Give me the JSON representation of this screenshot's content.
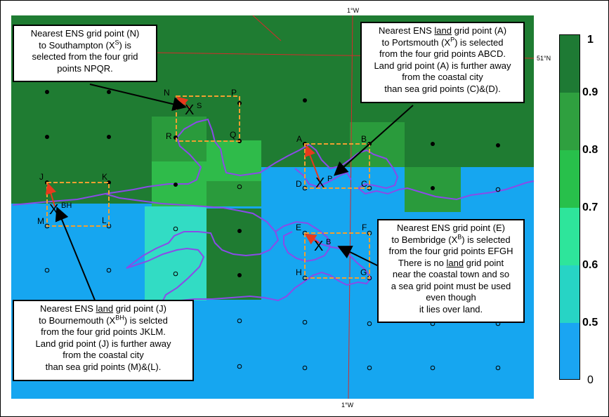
{
  "lon_label_top": "1°W",
  "lon_label_bottom": "1°W",
  "lat_label": "51°N",
  "colorbar": {
    "ticks": [
      "1",
      "0.9",
      "0.8",
      "0.7",
      "0.6",
      "0.5",
      "0"
    ],
    "colors": [
      "#1e7a34",
      "#2fa03f",
      "#28c04b",
      "#2ee59b",
      "#27d4c5",
      "#1aa5f2"
    ]
  },
  "colors": {
    "land_dark": "#1f7c32",
    "land_mid": "#2a9b3c",
    "land_light": "#2fbb4a",
    "aqua": "#32dcc4",
    "sea": "#16a6f0",
    "coast": "#8a4be8",
    "box": "#f0a030",
    "arrow_red": "#e83a1c",
    "gridline_red": "#d42b2b"
  },
  "callouts": {
    "southampton": {
      "line1": "Nearest ENS grid point (N)",
      "line2_a": "to Southampton (X",
      "line2_sup": "S",
      "line2_b": ") is",
      "line3": "selected from the four grid",
      "line4": "points NPQR."
    },
    "portsmouth": {
      "line1_a": "Nearest ENS ",
      "line1_u": "land",
      "line1_b": " grid point (A)",
      "line2_a": "to Portsmouth (X",
      "line2_sup": "P",
      "line2_b": ") is selected",
      "line3": "from the four grid points ABCD.",
      "line4": "Land grid point (A) is further away",
      "line5": "from the coastal city",
      "line6": "than sea grid points (C)&(D)."
    },
    "bembridge": {
      "line1": "Nearest ENS grid point (E)",
      "line2_a": "to Bembridge (X",
      "line2_sup": "B",
      "line2_b": ") is selected",
      "line3": "from the four grid points EFGH",
      "line4_a": "There is no ",
      "line4_u": "land",
      "line4_b": " grid point",
      "line5": "near the  coastal town and so",
      "line6": "a sea grid point must be used",
      "line7": "even though",
      "line8": "it lies over land."
    },
    "bournemouth": {
      "line1_a": "Nearest ENS ",
      "line1_u": "land",
      "line1_b": " grid point (J)",
      "line2_a": "to Bournemouth (X",
      "line2_sup": "BH",
      "line2_b": ") is selcted",
      "line3": "from the four grid points JKLM.",
      "line4": "Land grid point (J) is further away",
      "line5": "from the coastal city",
      "line6": "than sea grid points (M)&(L)."
    }
  },
  "point_labels": {
    "N": "N",
    "P": "P",
    "Q": "Q",
    "R": "R",
    "A": "A",
    "B": "B",
    "C": "C",
    "D": "D",
    "E": "E",
    "F": "F",
    "G": "G",
    "H": "H",
    "J": "J",
    "K": "K",
    "L": "L",
    "M": "M"
  },
  "city_markers": {
    "southampton": {
      "x": "X",
      "sup": "S"
    },
    "portsmouth": {
      "x": "X",
      "sup": "P"
    },
    "bembridge": {
      "x": "X",
      "sup": "B"
    },
    "bournemouth": {
      "x": "X",
      "sup": "BH"
    }
  }
}
